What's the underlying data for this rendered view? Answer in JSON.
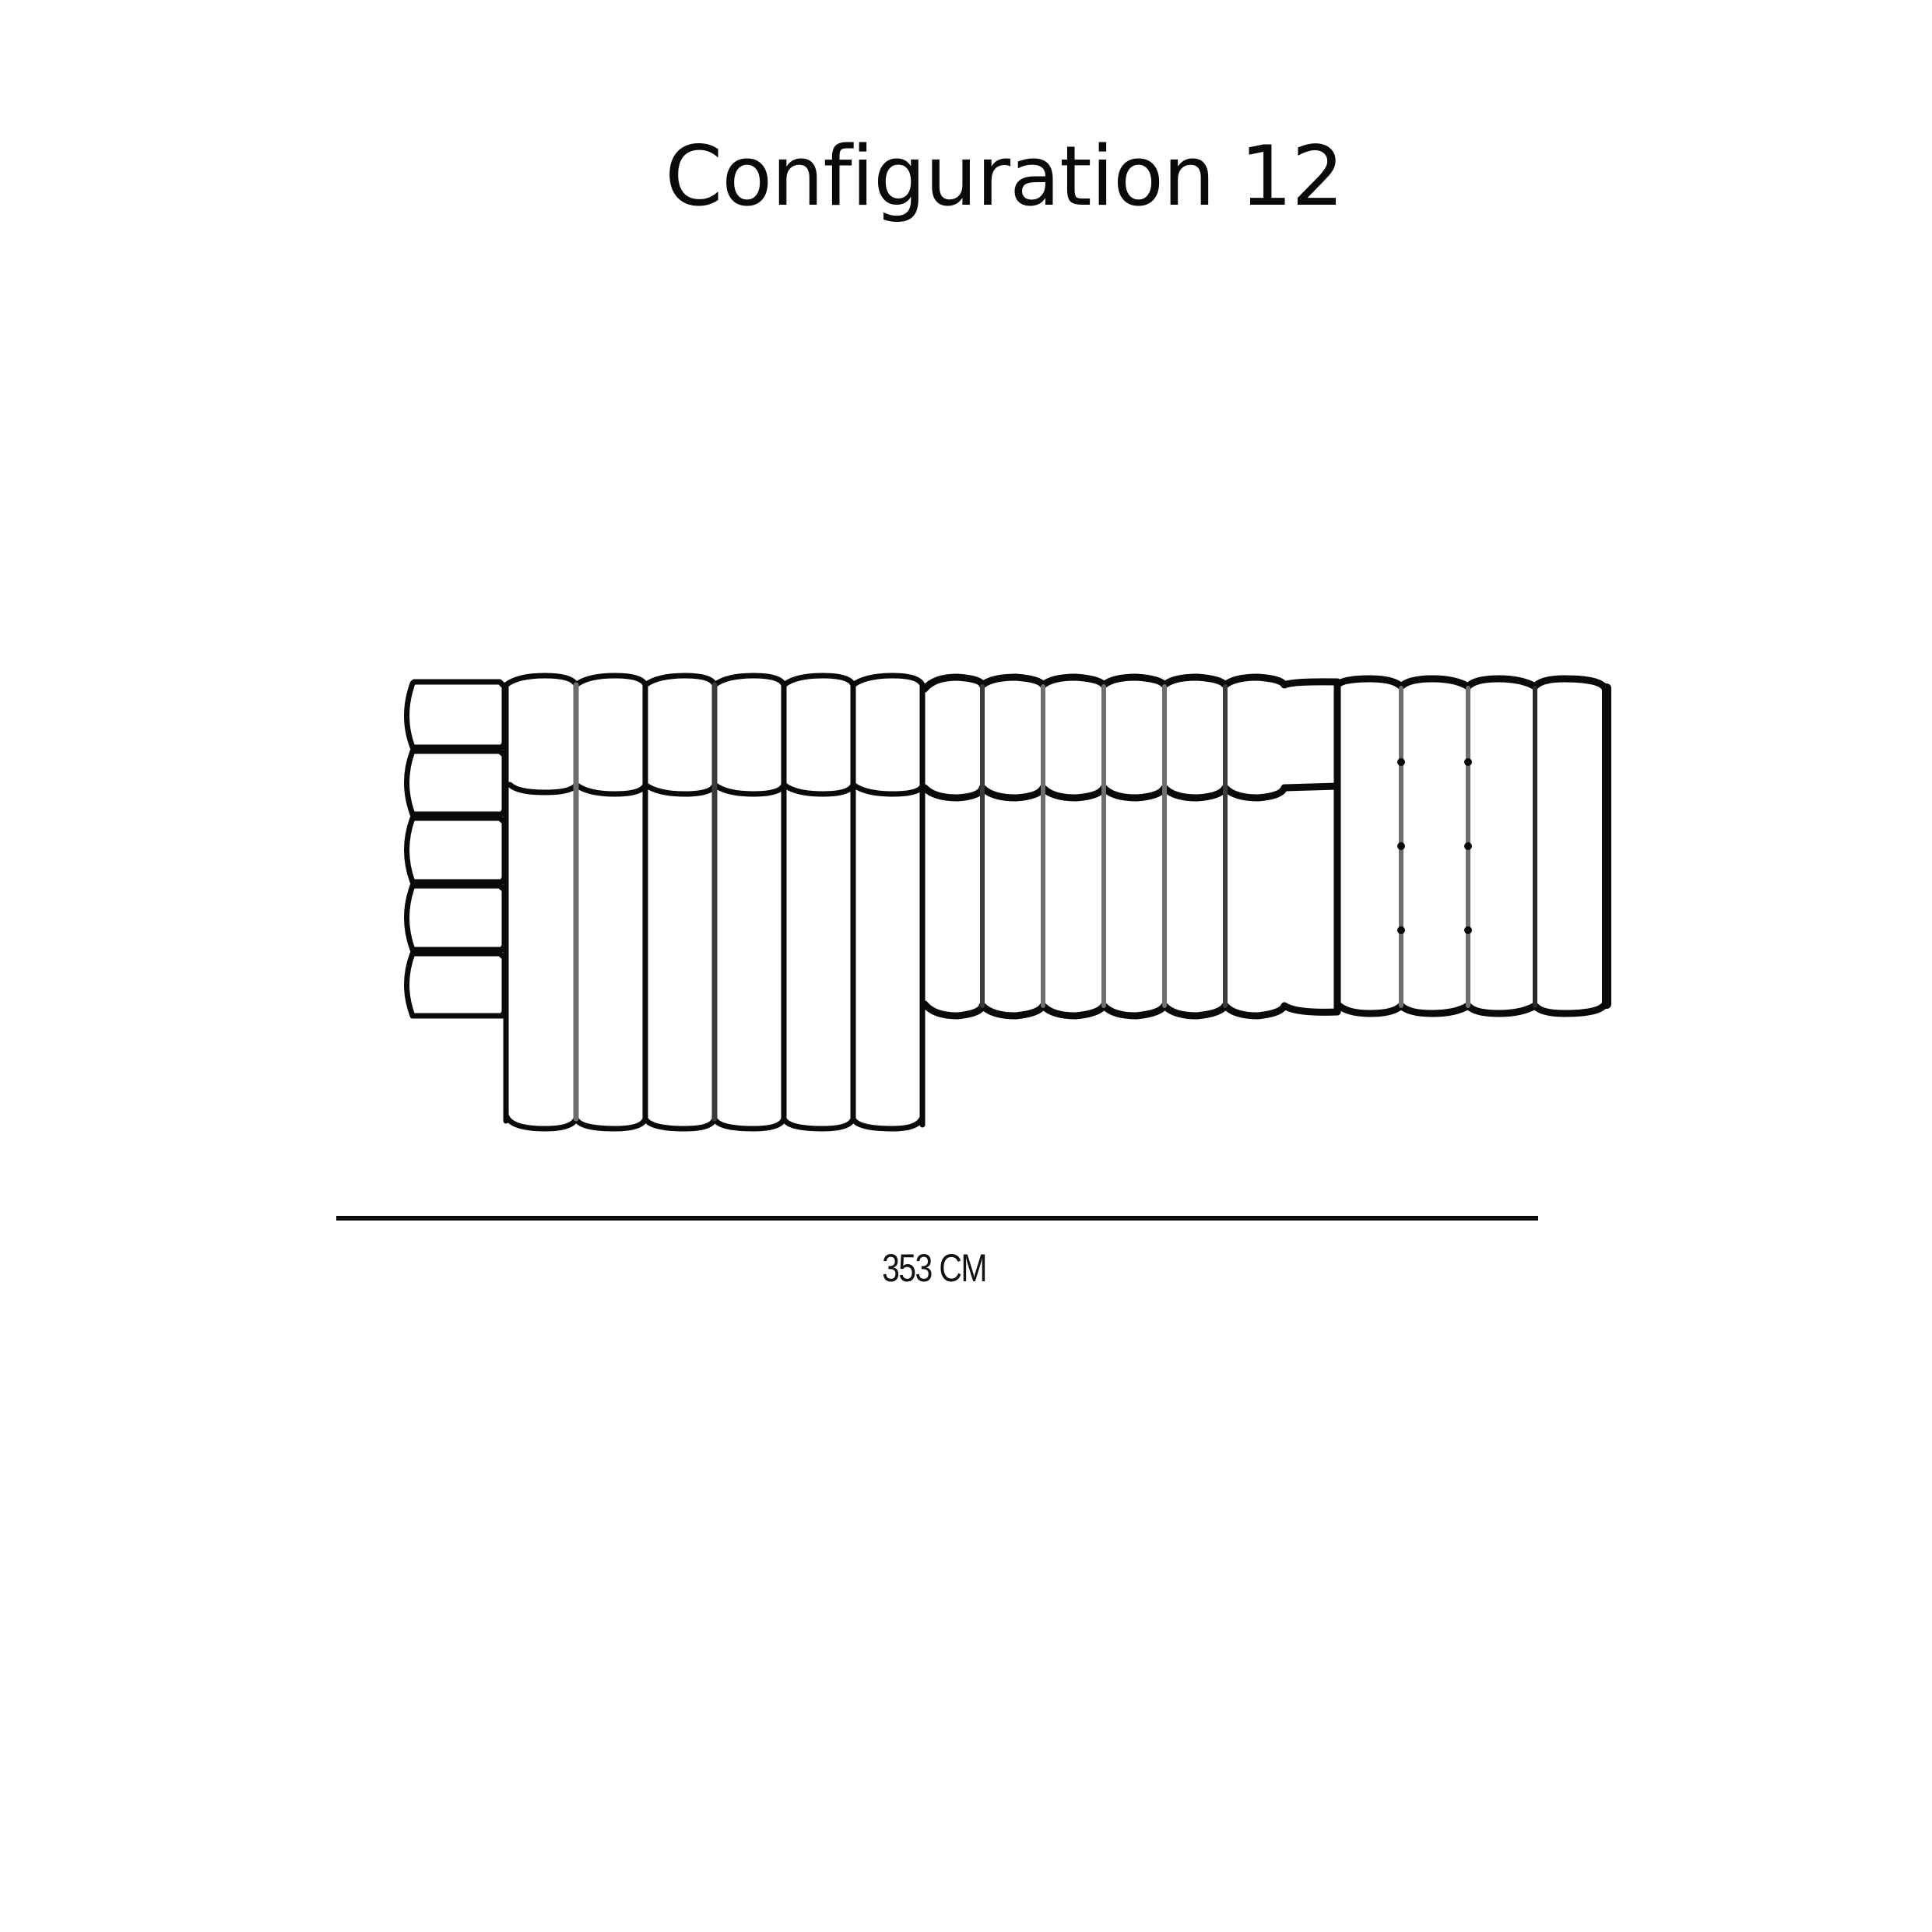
{
  "title": "Configuration 12",
  "dimension": {
    "label": "353 CM",
    "value": 353,
    "unit": "CM"
  },
  "colors": {
    "background": "#ffffff",
    "stroke": "#0a0a0a",
    "seam": "#6e6e6e"
  },
  "diagram": {
    "type": "modular-sofa-plan",
    "sections": [
      {
        "name": "left-arm",
        "modules": 5,
        "orientation": "stacked"
      },
      {
        "name": "chaise",
        "modules": 6,
        "orientation": "columns",
        "with_backrest": true
      },
      {
        "name": "middle",
        "modules": 6,
        "orientation": "columns",
        "with_backrest": true
      },
      {
        "name": "right",
        "modules": 4,
        "orientation": "columns",
        "with_backrest": false
      }
    ]
  }
}
